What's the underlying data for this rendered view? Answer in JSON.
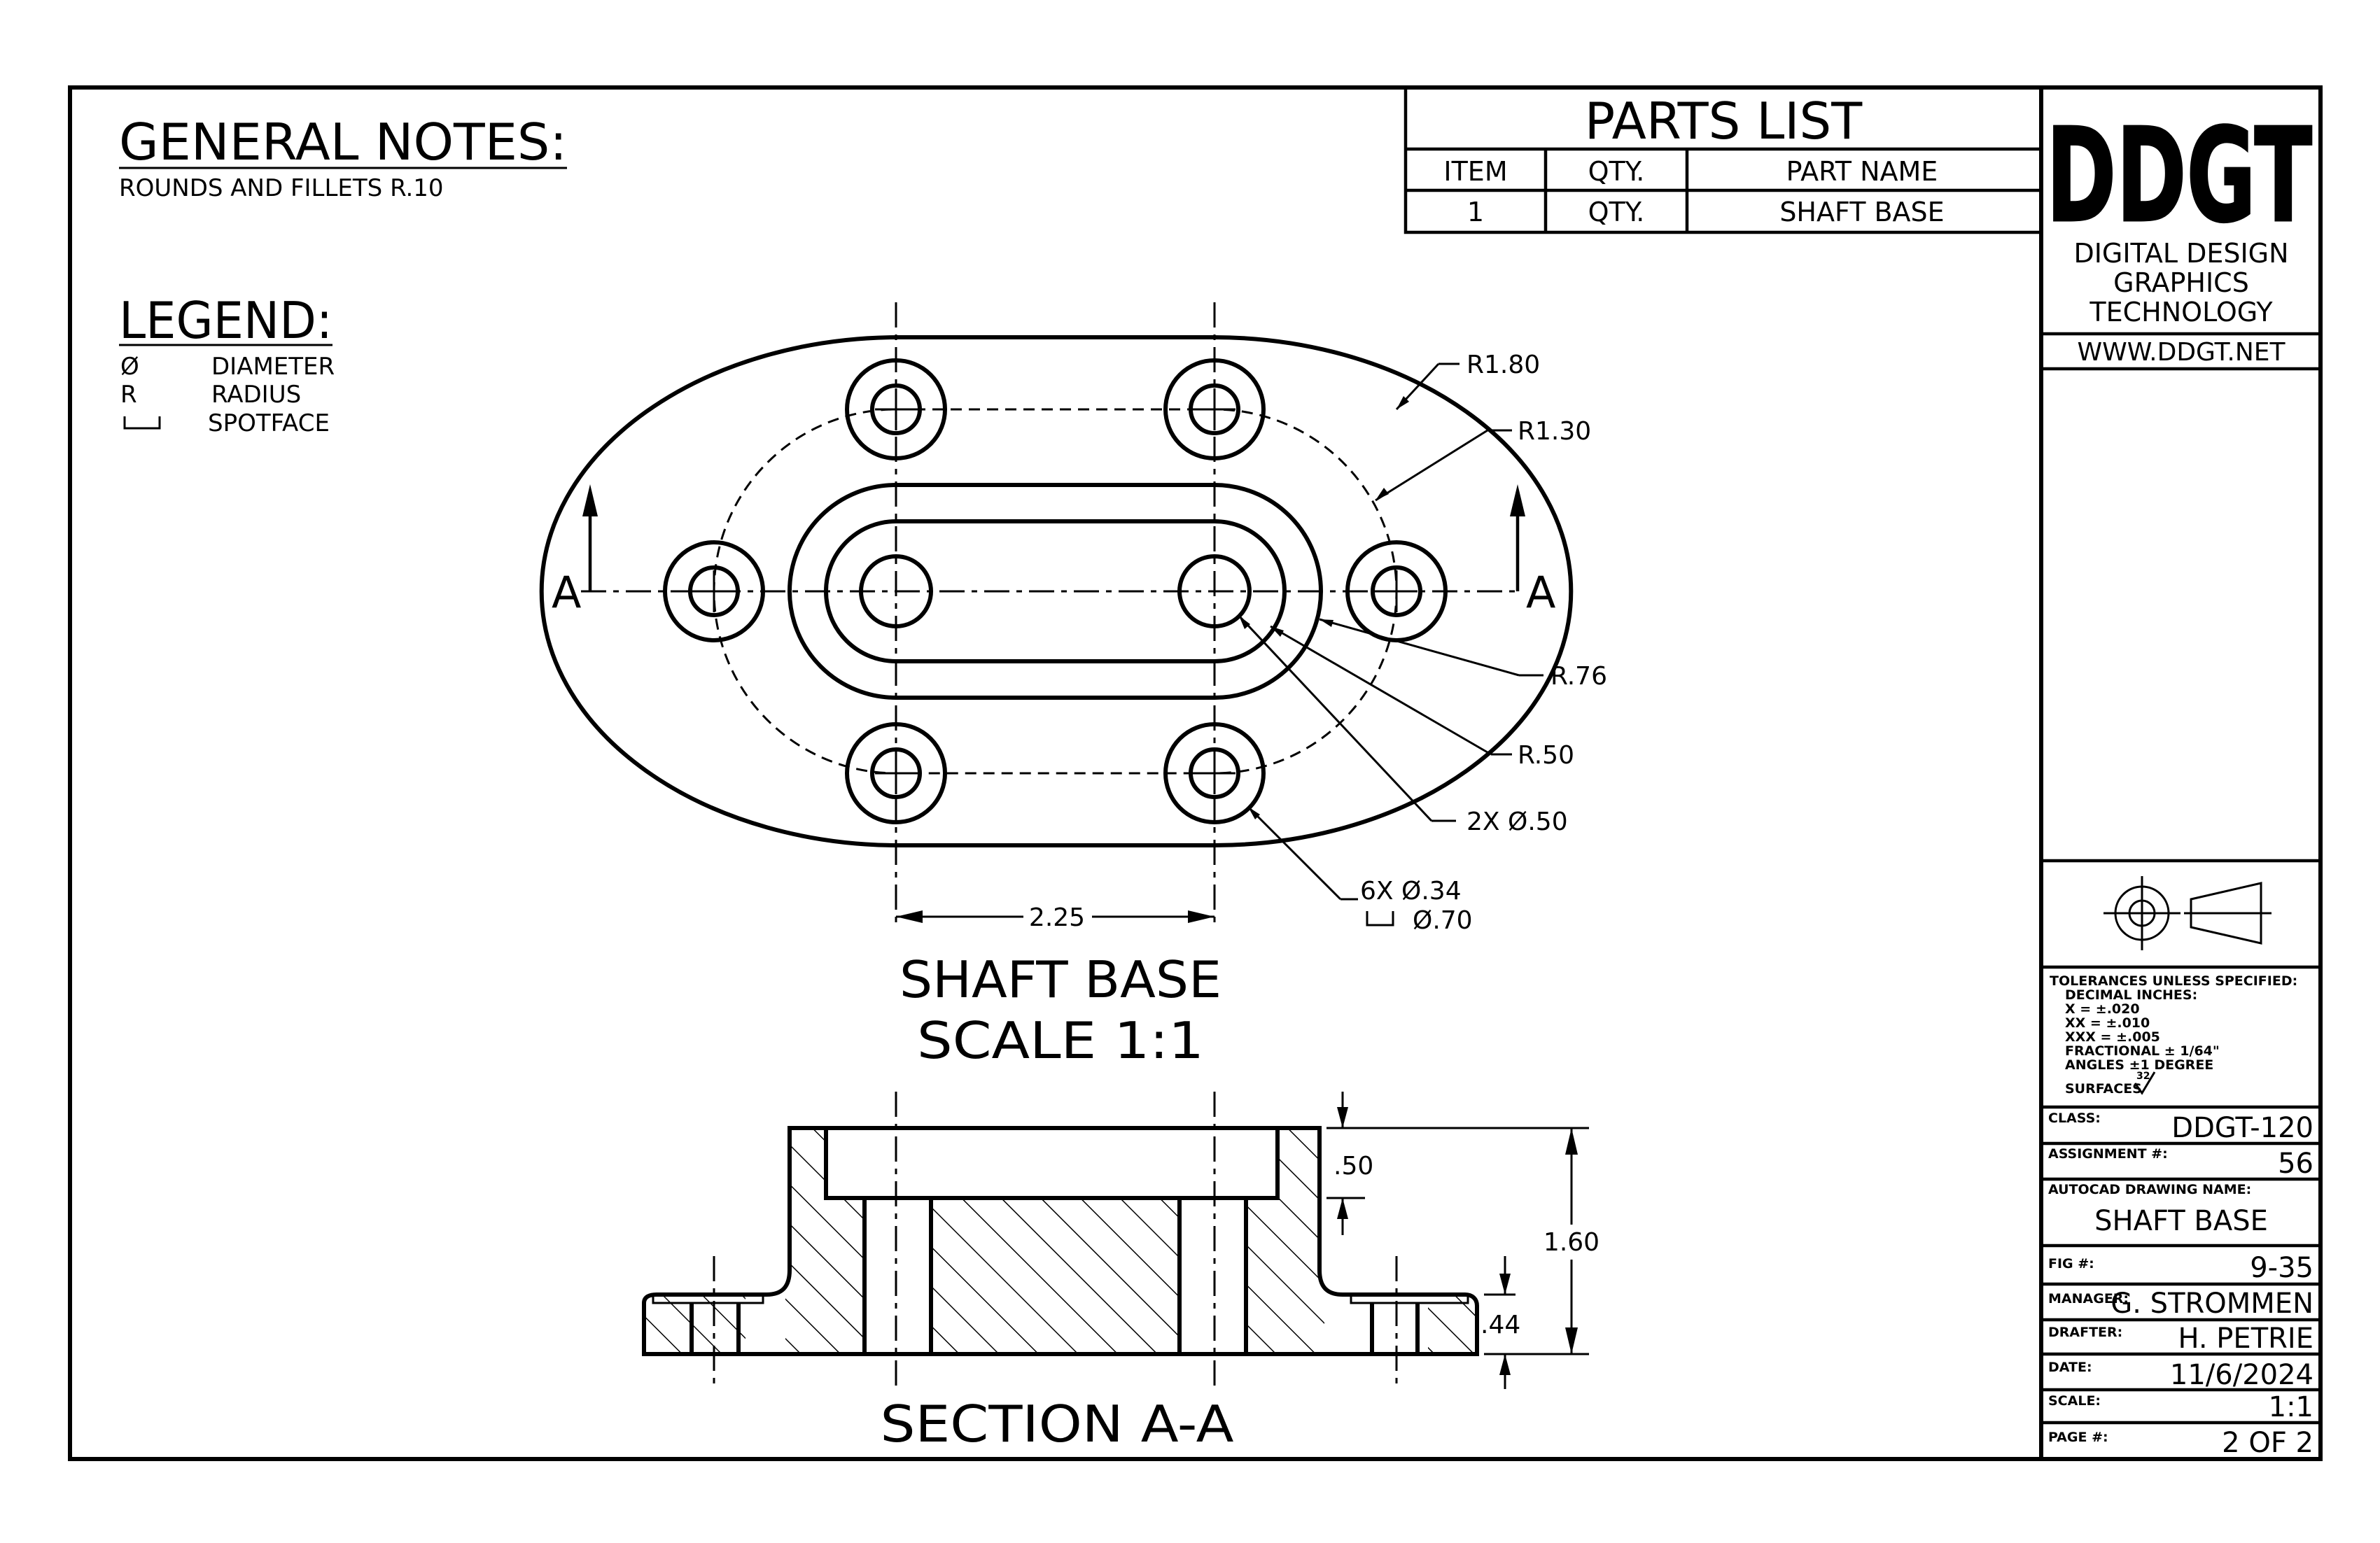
{
  "general_notes": {
    "title": "GENERAL NOTES:",
    "lines": [
      "ROUNDS AND FILLETS R.10"
    ]
  },
  "legend": {
    "title": "LEGEND:",
    "items": [
      {
        "symbol": "Ø",
        "label": "DIAMETER"
      },
      {
        "symbol": "R",
        "label": "RADIUS"
      },
      {
        "symbol": "",
        "icon": "spotface-symbol-icon",
        "label": "SPOTFACE"
      }
    ]
  },
  "parts_list": {
    "title": "PARTS LIST",
    "headers": [
      "ITEM",
      "QTY.",
      "PART NAME"
    ],
    "rows": [
      [
        "1",
        "QTY.",
        "SHAFT BASE"
      ]
    ]
  },
  "title_block": {
    "logo": "DDGT",
    "org_lines": [
      "DIGITAL DESIGN",
      "GRAPHICS",
      "TECHNOLOGY"
    ],
    "website": "WWW.DDGT.NET",
    "projection_icon": "third-angle-projection-icon",
    "tolerances": [
      "TOLERANCES UNLESS SPECIFIED:",
      "DECIMAL INCHES:",
      "X    = ±.020",
      "XX   = ±.010",
      "XXX  = ±.005",
      "FRACTIONAL ± 1/64\"",
      "ANGLES ±1 DEGREE",
      "SURFACES"
    ],
    "surface_finish": "32",
    "fields": {
      "class_label": "CLASS:",
      "class_value": "DDGT-120",
      "assignment_label": "ASSIGNMENT #:",
      "assignment_value": "56",
      "drawing_name_label": "AUTOCAD DRAWING NAME:",
      "drawing_name_value": "SHAFT BASE",
      "fig_label": "FIG #:",
      "fig_value": "9-35",
      "manager_label": "MANAGER:",
      "manager_value": "G. STROMMEN",
      "drafter_label": "DRAFTER:",
      "drafter_value": "H. PETRIE",
      "date_label": "DATE:",
      "date_value": "11/6/2024",
      "scale_label": "SCALE:",
      "scale_value": "1:1",
      "page_label": "PAGE #:",
      "page_value": "2 OF 2"
    }
  },
  "top_view": {
    "title": "SHAFT BASE",
    "scale": "SCALE 1:1",
    "section_marker": "A",
    "dimensions": {
      "outer_radius": "R1.80",
      "bolt_circle_radius": "R1.30",
      "slot_outer_radius": "R.76",
      "slot_inner_radius": "R.50",
      "center_holes": "2X Ø.50",
      "bolt_holes": "6X Ø.34",
      "spotface": "Ø.70",
      "hole_spacing": "2.25"
    }
  },
  "section_view": {
    "title": "SECTION A-A",
    "dimensions": {
      "counterbore_depth": ".50",
      "total_height": "1.60",
      "flange_height": ".44"
    }
  }
}
